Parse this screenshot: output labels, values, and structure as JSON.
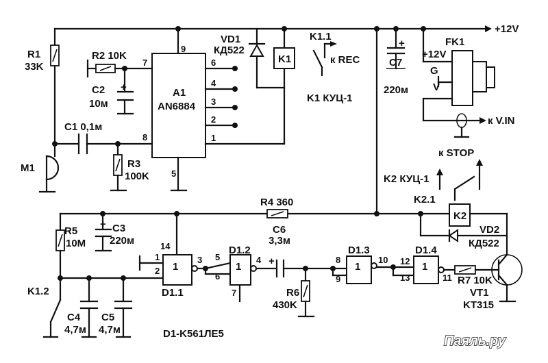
{
  "supply": "+12V",
  "labels": {
    "r1": "R1",
    "r1_val": "33K",
    "r2": "R2 10K",
    "c2": "C2",
    "c2_val": "10м",
    "c1": "C1 0,1м",
    "r3": "R3",
    "r3_val": "100K",
    "m1": "M1",
    "a1": "A1",
    "a1_type": "AN6884",
    "vd1": "VD1",
    "vd1_type": "КД522",
    "k1": "K1",
    "k1_1": "K1.1",
    "k_rec": "к REC",
    "k1_desc": "K1 КУЦ-1",
    "c7": "C7",
    "c7_val": "220м",
    "fk1": "FK1",
    "fk1_pin12": "+12V",
    "fk1_g": "G",
    "fk1_v": "V",
    "k_vin": "к V.IN",
    "k_stop": "к STOP",
    "k2_desc": "K2 КУЦ-1",
    "k2_1": "K2.1",
    "k2": "K2",
    "vd2": "VD2",
    "vd2_type": "КД522",
    "r4": "R4 360",
    "c6": "C6",
    "c6_val": "3,3м",
    "r5": "R5",
    "r5_val": "10M",
    "c3": "C3",
    "c3_val": "220м",
    "d1_1": "D1.1",
    "d1_2": "D1.2",
    "d1_3": "D1.3",
    "d1_4": "D1.4",
    "gate_sym": "1",
    "r6": "R6",
    "r6_val": "430K",
    "r7": "R7 10K",
    "vt1": "VT1",
    "vt1_type": "KT315",
    "k1_2": "K1.2",
    "c4": "C4",
    "c4_val": "4,7м",
    "c5": "C5",
    "c5_val": "4,7м",
    "d1_type": "D1-K561ЛЕ5",
    "watermark": "Паяль.ру"
  },
  "pins": {
    "a1_9": "9",
    "a1_7": "7",
    "a1_8": "8",
    "a1_5": "5",
    "a1_6": "6",
    "a1_4": "4",
    "a1_3": "3",
    "a1_2": "2",
    "a1_1": "1",
    "d11_14": "14",
    "d11_1": "1",
    "d11_2": "2",
    "d11_3": "3",
    "d12_5": "5",
    "d12_6": "6",
    "d12_4": "4",
    "d12_7": "7",
    "d13_8": "8",
    "d13_9": "9",
    "d13_10": "10",
    "d14_12": "12",
    "d14_13": "13",
    "d14_11": "11"
  },
  "polarity": {
    "plus": "+"
  }
}
